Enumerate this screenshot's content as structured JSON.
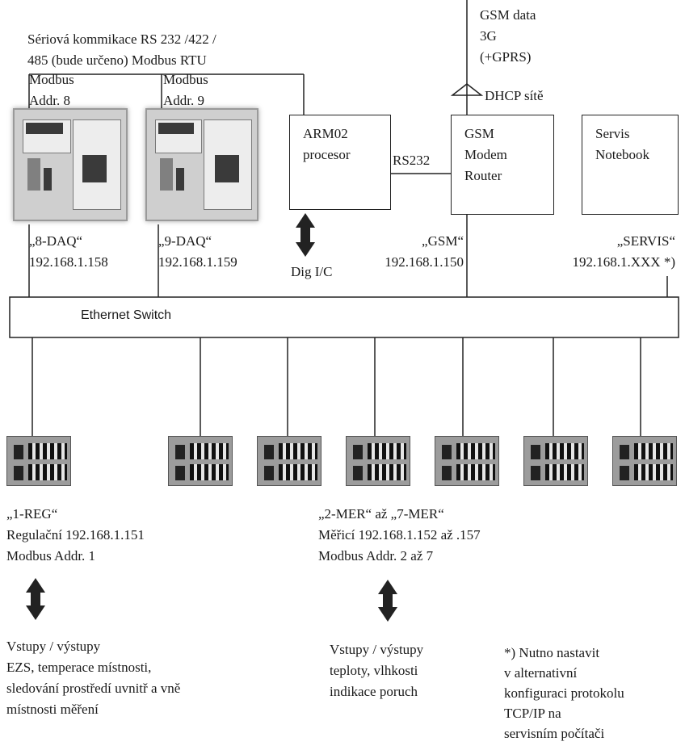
{
  "serial_comm": "Sériová kommikace RS 232 /422 /\n485 (bude určeno) Modbus RTU",
  "modbus_addr8": "Modbus\nAddr. 8",
  "modbus_addr9": "Modbus\nAddr. 9",
  "arm": "ARM02\nprocesor",
  "rs232": "RS232",
  "gsm_modem": "GSM\nModem\nRouter",
  "servis_notebook": "Servis\nNotebook",
  "gsm_data": "GSM data\n3G\n(+GPRS)",
  "dhcp": "DHCP sítě",
  "daq8": "„8-DAQ“\n192.168.1.158",
  "daq9": "„9-DAQ“\n192.168.1.159",
  "dig_io": "Dig I/C",
  "gsm_ip": "„GSM“\n192.168.1.150",
  "servis_ip": "„SERVIS“\n192.168.1.XXX *)",
  "ethernet_switch": "Ethernet Switch",
  "reg_label": "„1-REG“\nRegulační 192.168.1.151\nModbus Addr. 1",
  "mer_label": "„2-MER“ až „7-MER“\nMěřicí 192.168.1.152 až .157\nModbus Addr. 2 až 7",
  "io_left": "Vstupy / výstupy\nEZS, temperace místnosti,\nsledování prostředí uvnitř a vně\nmístnosti měření",
  "io_mid": "Vstupy / výstupy\nteploty, vlhkosti\nindikace poruch",
  "note": "*) Nutno nastavit\nv alternativní\nkonfiguraci protokolu\nTCP/IP na\nservisním počítači"
}
